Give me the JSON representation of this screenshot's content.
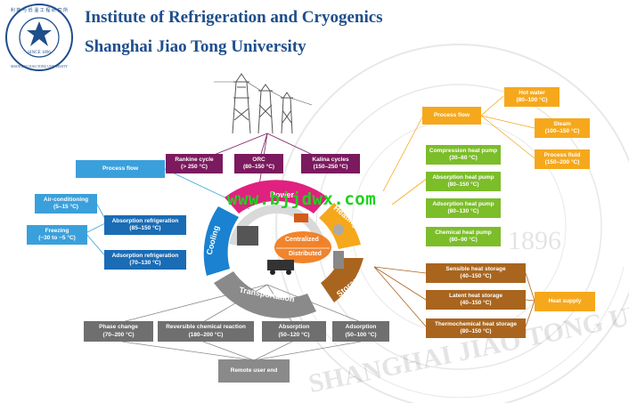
{
  "header": {
    "title_line1": "Institute of Refrigeration and Cryogenics",
    "title_line2": "Shanghai Jiao Tong University",
    "logo_top_text": "利 能 与 低 温 工 程 研 究 所",
    "logo_year": "SINCE 1896",
    "logo_bottom_text": "SHANGHAI JIAO TONG UNIVERSITY"
  },
  "watermark": {
    "text": "www.bjjdwx.com",
    "background_text": "SHANGHAI JIAO TONG UNIVERSITY",
    "background_year": "1896"
  },
  "center": {
    "centralized": "Centralized",
    "distributed": "Distributed"
  },
  "rings": {
    "power": "Power",
    "heating": "Heating",
    "cooling": "Cooling",
    "storage": "Storage",
    "transportation": "Transportation"
  },
  "power_boxes": [
    {
      "name": "Rankine cycle",
      "range": "(> 250 °C)"
    },
    {
      "name": "ORC",
      "range": "(80–150 °C)"
    },
    {
      "name": "Kalina cycles",
      "range": "(150–250 °C)"
    }
  ],
  "cooling": {
    "process_flow": "Process flow",
    "air_conditioning": {
      "name": "Air-conditioning",
      "range": "(5–15 °C)"
    },
    "freezing": {
      "name": "Freezing",
      "range": "(−30 to −5 °C)"
    },
    "absorption_refrigeration": {
      "name": "Absorption refrigeration",
      "range": "(85–150 °C)"
    },
    "adsorption_refrigeration": {
      "name": "Adsorption refrigeration",
      "range": "(70–130 °C)"
    }
  },
  "heating": {
    "process_flow": "Process flow",
    "hot_water": {
      "name": "Hot water",
      "range": "(80–100 °C)"
    },
    "steam": {
      "name": "Steam",
      "range": "(100–150 °C)"
    },
    "process_fluid": {
      "name": "Process fluid",
      "range": "(150–200 °C)"
    },
    "heat_pumps": [
      {
        "name": "Compression heat pump",
        "range": "(30–60 °C)"
      },
      {
        "name": "Absorption heat pump",
        "range": "(80–150 °C)"
      },
      {
        "name": "Adsorption heat pump",
        "range": "(80–130 °C)"
      },
      {
        "name": "Chemical heat pump",
        "range": "(80–90 °C)"
      }
    ]
  },
  "storage": {
    "items": [
      {
        "name": "Sensible heat storage",
        "range": "(40–150 °C)"
      },
      {
        "name": "Latent heat storage",
        "range": "(40–150 °C)"
      },
      {
        "name": "Thermochemical heat storage",
        "range": "(80–150 °C)"
      }
    ],
    "heat_supply": "Heat supply"
  },
  "transport": {
    "items": [
      {
        "name": "Phase change",
        "range": "(70–200 °C)"
      },
      {
        "name": "Reversible chemical reaction",
        "range": "(180–200 °C)"
      },
      {
        "name": "Absorption",
        "range": "(50–120 °C)"
      },
      {
        "name": "Adsorption",
        "range": "(50–100 °C)"
      }
    ],
    "remote_user": "Remote user end"
  },
  "colors": {
    "title": "#1f4e8c",
    "power": "#7b1a5e",
    "power_ring": "#e0217f",
    "cooling_light": "#3aa0dc",
    "cooling_dark": "#1a6cb5",
    "heating_orange": "#f6a81c",
    "heating_green": "#7cbd2a",
    "storage": "#a9651e",
    "transport": "#6f6f6f",
    "center": "#f07a1a"
  }
}
